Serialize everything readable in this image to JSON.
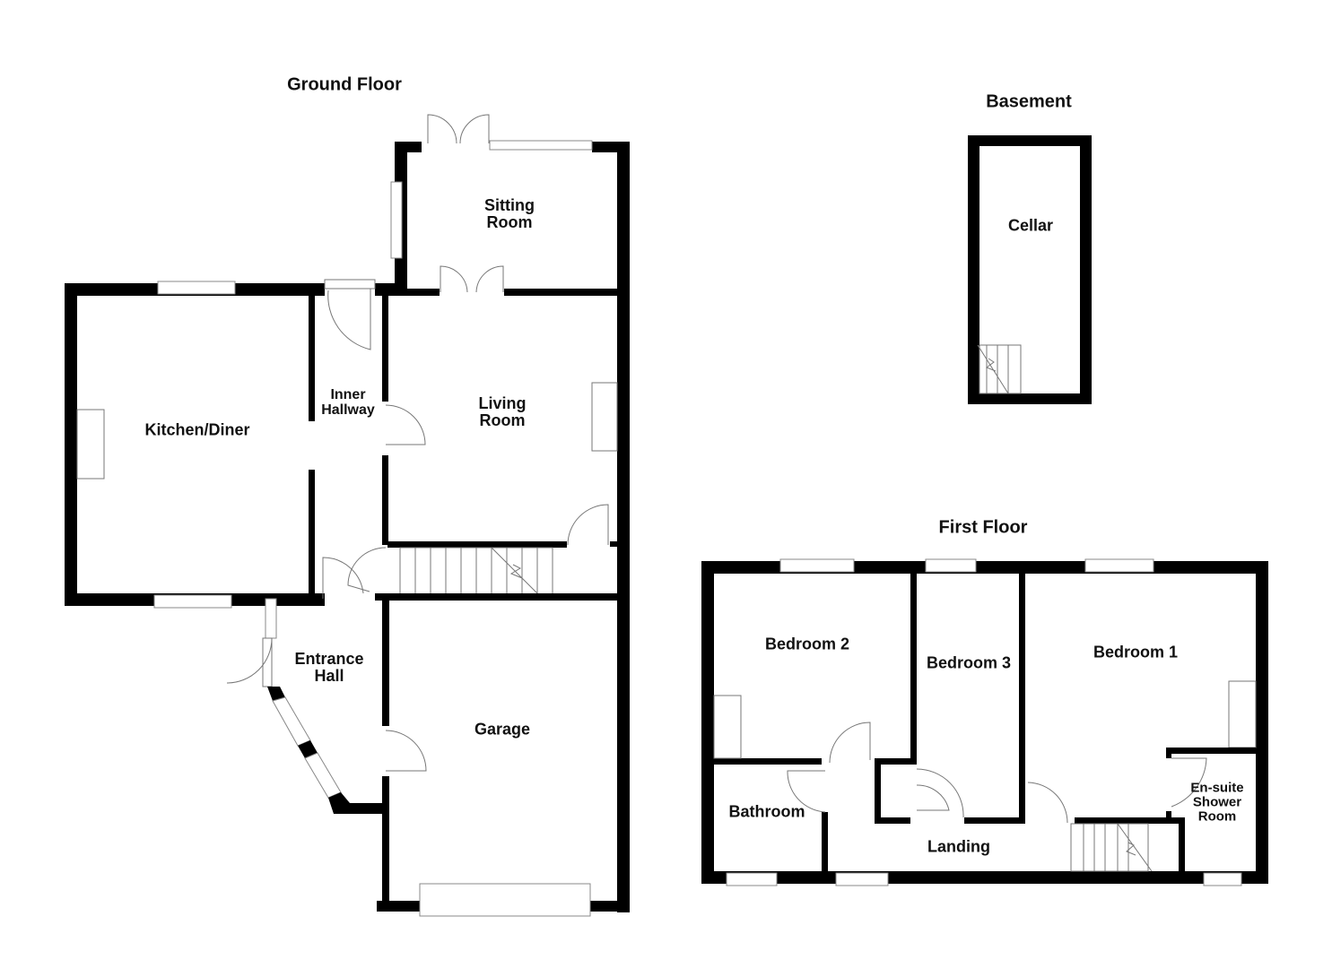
{
  "floors": {
    "ground": {
      "title": "Ground Floor",
      "rooms": {
        "sitting_room": "Sitting\nRoom",
        "kitchen_diner": "Kitchen/Diner",
        "inner_hallway": "Inner\nHallway",
        "living_room": "Living\nRoom",
        "entrance_hall": "Entrance\nHall",
        "garage": "Garage"
      }
    },
    "basement": {
      "title": "Basement",
      "rooms": {
        "cellar": "Cellar"
      }
    },
    "first": {
      "title": "First Floor",
      "rooms": {
        "bedroom_2": "Bedroom 2",
        "bedroom_3": "Bedroom 3",
        "bedroom_1": "Bedroom 1",
        "bathroom": "Bathroom",
        "landing": "Landing",
        "ensuite": "En-suite\nShower\nRoom"
      }
    }
  },
  "colors": {
    "wall": "#000000",
    "background": "#ffffff",
    "fixture_line": "#777777"
  }
}
